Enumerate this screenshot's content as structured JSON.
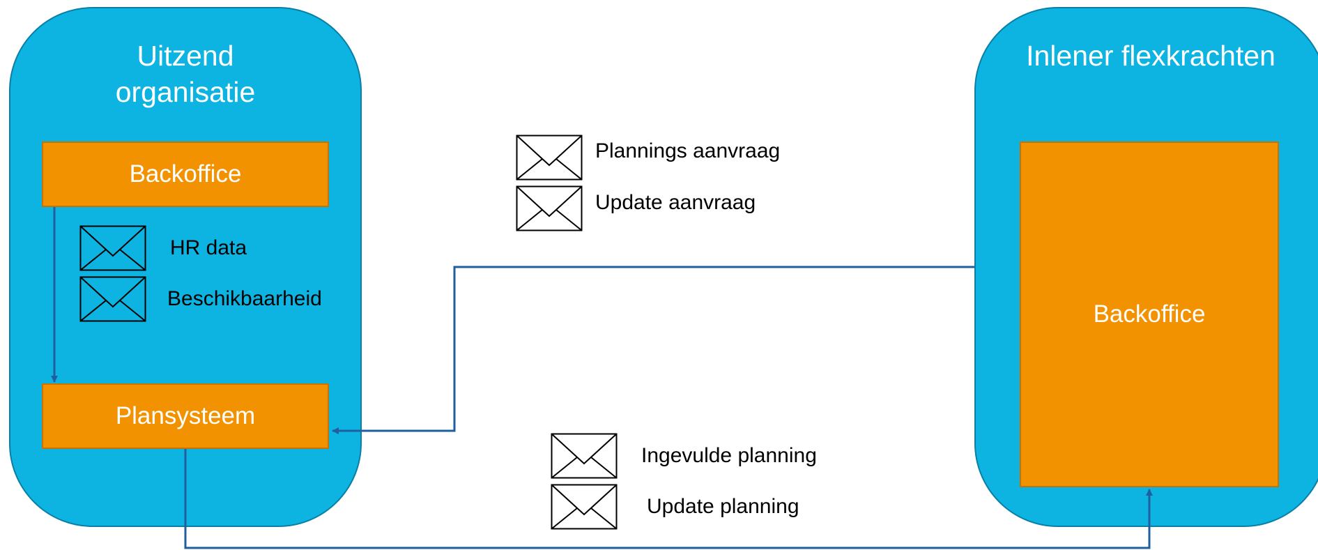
{
  "left_org": {
    "title": "Uitzend\norganisatie"
  },
  "right_org": {
    "title": "Inlener flexkrachten"
  },
  "boxes": {
    "left_backoffice": "Backoffice",
    "plansysteem": "Plansysteem",
    "right_backoffice": "Backoffice"
  },
  "messages": {
    "hr_data": "HR data",
    "beschikbaarheid": "Beschikbaarheid",
    "plannings_aanvraag": "Plannings aanvraag",
    "update_aanvraag": "Update aanvraag",
    "ingevulde_planning": "Ingevulde planning",
    "update_planning": "Update planning"
  },
  "colors": {
    "container": "#0db4e2",
    "box": "#f39200",
    "connector": "#1f5fa0"
  },
  "icons": {
    "message": "envelope-icon"
  }
}
